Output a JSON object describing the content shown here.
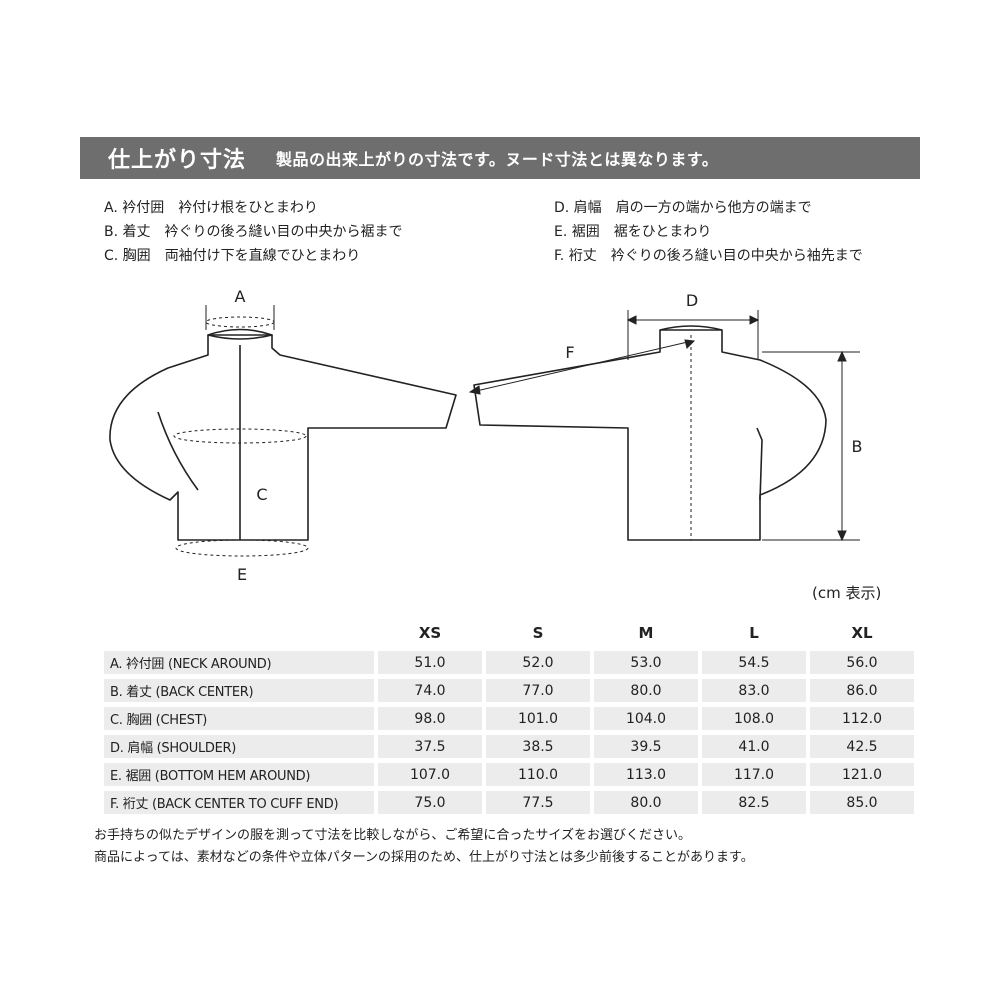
{
  "header": {
    "title": "仕上がり寸法",
    "subtitle": "製品の出来上がりの寸法です。ヌード寸法とは異なります。"
  },
  "definitions_left": [
    {
      "key": "A. 衿付囲",
      "text": "衿付け根をひとまわり"
    },
    {
      "key": "B. 着丈",
      "text": "衿ぐりの後ろ縫い目の中央から裾まで"
    },
    {
      "key": "C. 胸囲",
      "text": "両袖付け下を直線でひとまわり"
    }
  ],
  "definitions_right": [
    {
      "key": "D. 肩幅",
      "text": "肩の一方の端から他方の端まで"
    },
    {
      "key": "E. 裾囲",
      "text": "裾をひとまわり"
    },
    {
      "key": "F. 裄丈",
      "text": "衿ぐりの後ろ縫い目の中央から袖先まで"
    }
  ],
  "diagram_labels": {
    "a": "A",
    "b": "B",
    "c": "C",
    "d": "D",
    "e": "E",
    "f": "F"
  },
  "unit_label": "(cm 表示)",
  "table": {
    "sizes": [
      "XS",
      "S",
      "M",
      "L",
      "XL"
    ],
    "rows": [
      {
        "label": "A. 衿付囲 (NECK AROUND)",
        "values": [
          "51.0",
          "52.0",
          "53.0",
          "54.5",
          "56.0"
        ]
      },
      {
        "label": "B. 着丈 (BACK CENTER)",
        "values": [
          "74.0",
          "77.0",
          "80.0",
          "83.0",
          "86.0"
        ]
      },
      {
        "label": "C. 胸囲 (CHEST)",
        "values": [
          "98.0",
          "101.0",
          "104.0",
          "108.0",
          "112.0"
        ]
      },
      {
        "label": "D. 肩幅 (SHOULDER)",
        "values": [
          "37.5",
          "38.5",
          "39.5",
          "41.0",
          "42.5"
        ]
      },
      {
        "label": "E. 裾囲 (BOTTOM HEM AROUND)",
        "values": [
          "107.0",
          "110.0",
          "113.0",
          "117.0",
          "121.0"
        ]
      },
      {
        "label": "F. 裄丈 (BACK CENTER TO CUFF END)",
        "values": [
          "75.0",
          "77.5",
          "80.0",
          "82.5",
          "85.0"
        ]
      }
    ]
  },
  "notes": [
    "お手持ちの似たデザインの服を測って寸法を比較しながら、ご希望に合ったサイズをお選びください。",
    "商品によっては、素材などの条件や立体パターンの採用のため、仕上がり寸法とは多少前後することがあります。"
  ]
}
